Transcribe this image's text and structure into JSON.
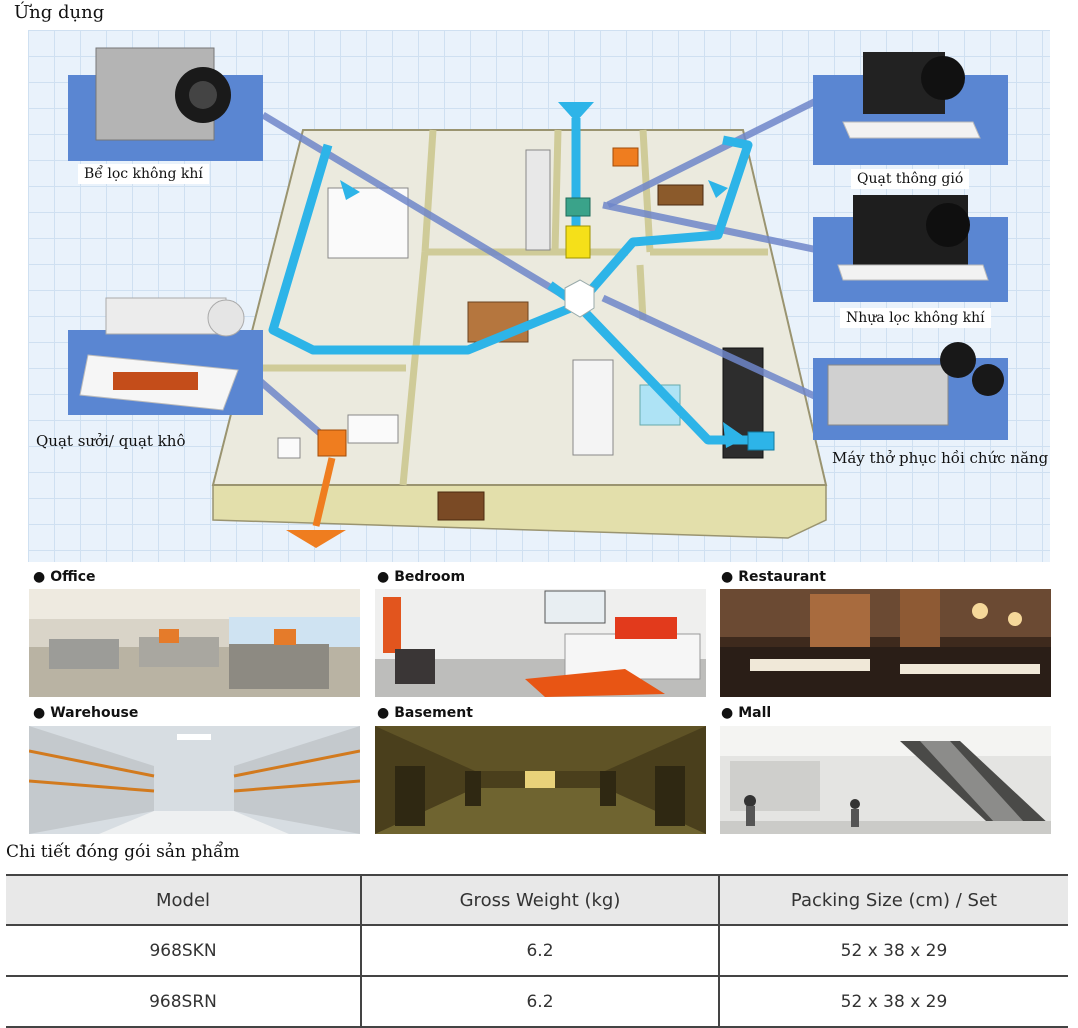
{
  "headings": {
    "applications": "Ứng dụng",
    "packaging": "Chi tiết đóng gói sản phẩm"
  },
  "diagram": {
    "callouts": {
      "air_filter_box": "Bể lọc không khí",
      "ventilation_fan": "Quạt thông gió",
      "filter_plastic": "Nhựa lọc không khí",
      "heater_fan": "Quạt sưởi/ quạt khô",
      "heat_recovery": "Máy thở phục hồi chức năng"
    },
    "colors": {
      "duct": "#2db4e8",
      "exhaust": "#ef7d1f",
      "link_line": "#6f86c9",
      "wall": "#e6e2b4",
      "floor": "#ececec"
    }
  },
  "applications": [
    {
      "label": "Office"
    },
    {
      "label": "Bedroom"
    },
    {
      "label": "Restaurant"
    },
    {
      "label": "Warehouse"
    },
    {
      "label": "Basement"
    },
    {
      "label": "Mall"
    }
  ],
  "table": {
    "headers": [
      "Model",
      "Gross Weight (kg)",
      "Packing Size (cm) / Set"
    ],
    "rows": [
      [
        "968SKN",
        "6.2",
        "52 x 38 x 29"
      ],
      [
        "968SRN",
        "6.2",
        "52 x 38 x 29"
      ]
    ]
  }
}
